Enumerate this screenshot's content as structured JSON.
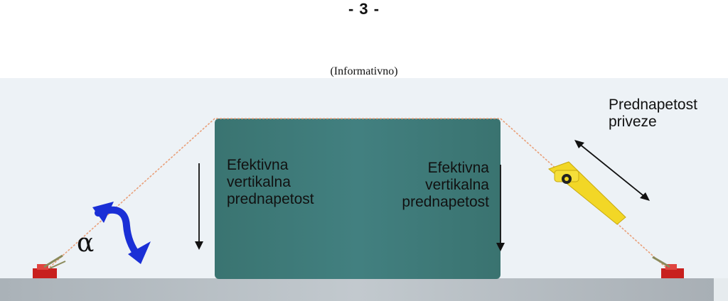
{
  "header": {
    "page_number": "- 3 -",
    "caption": "(Informativno)"
  },
  "labels": {
    "effective_vertical_left": "Efektivna\nvertikalna\nprednapetost",
    "effective_vertical_right": "Efektivna\nvertikalna\nprednapetost",
    "lashing_pretension": "Prednapetost\npriveze",
    "angle_symbol": "α"
  },
  "colors": {
    "cargo_block": "#3f7a76",
    "lashing_line": "#e9a07a",
    "angle_arrow": "#1a2fd6",
    "tensioner": "#f2d726",
    "anchor": "#c8201e",
    "deck": "#b9c1c7"
  },
  "icons": [
    "curved-arrow-icon",
    "double-headed-arrow-icon",
    "tensioner-icon",
    "anchor-point-icon"
  ]
}
